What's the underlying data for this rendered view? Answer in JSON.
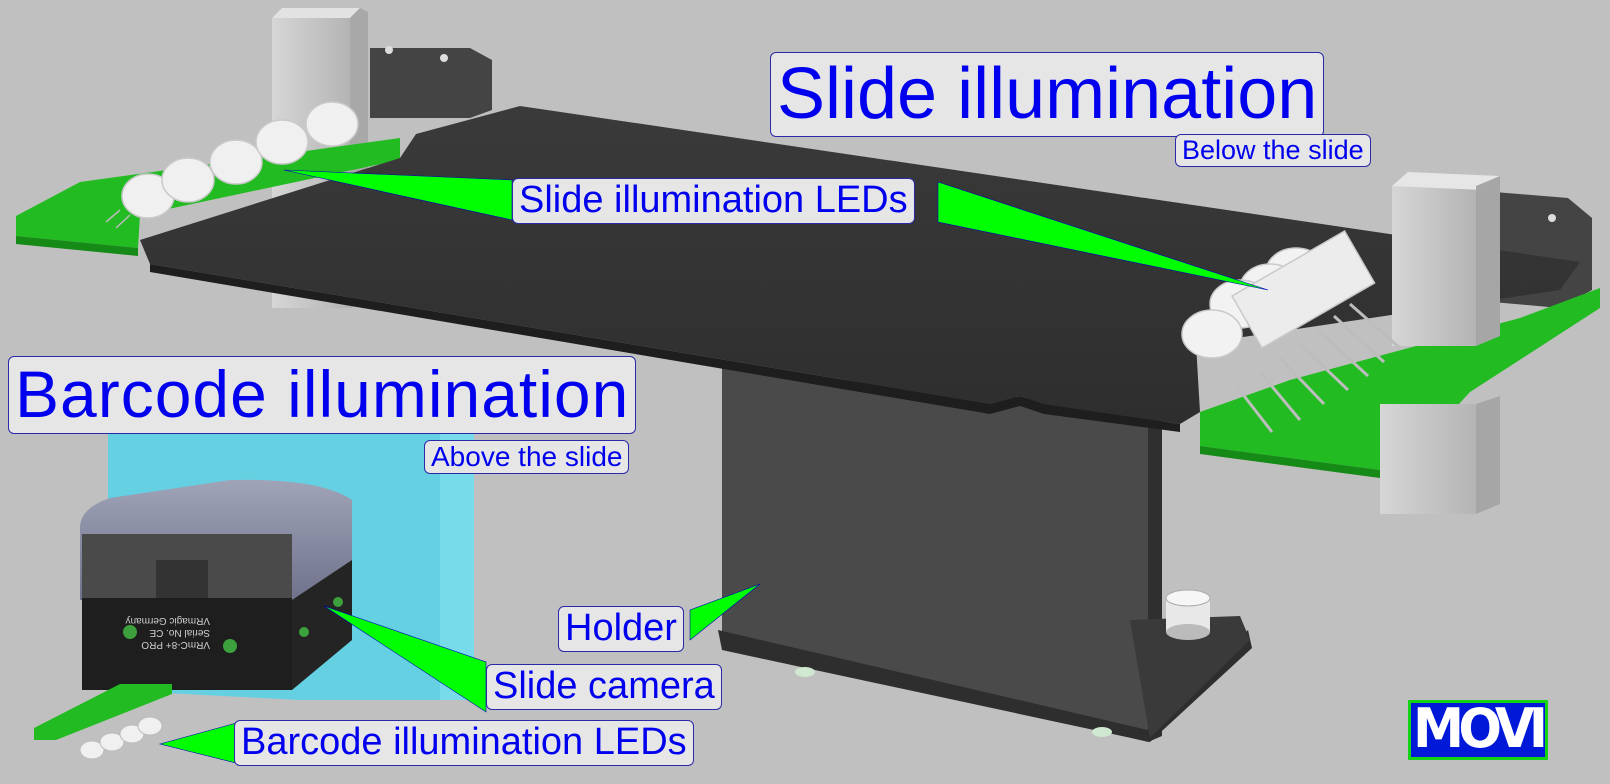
{
  "labels": {
    "slide_illumination_title": "Slide illumination",
    "slide_illumination_sub": "Below the slide",
    "slide_leds": "Slide illumination LEDs",
    "barcode_illumination_title": "Barcode illumination",
    "barcode_illumination_sub": "Above the slide",
    "holder": "Holder",
    "slide_camera": "Slide camera",
    "barcode_leds": "Barcode illumination LEDs"
  },
  "camera_engraving": [
    "VRmC-8+ PRO",
    "Serial No.  CE",
    "VRmagic Germany"
  ],
  "movie_button": "MOVIE",
  "colors": {
    "background": "#c0c0c0",
    "label_text": "#0000ee",
    "label_bg": "#e6e6e6",
    "pointer": "#00ff00",
    "pcb": "#22bb22",
    "holder": "#3c3c3c",
    "led": "#f0f0f0",
    "diffuser": "#5ad2e6"
  }
}
